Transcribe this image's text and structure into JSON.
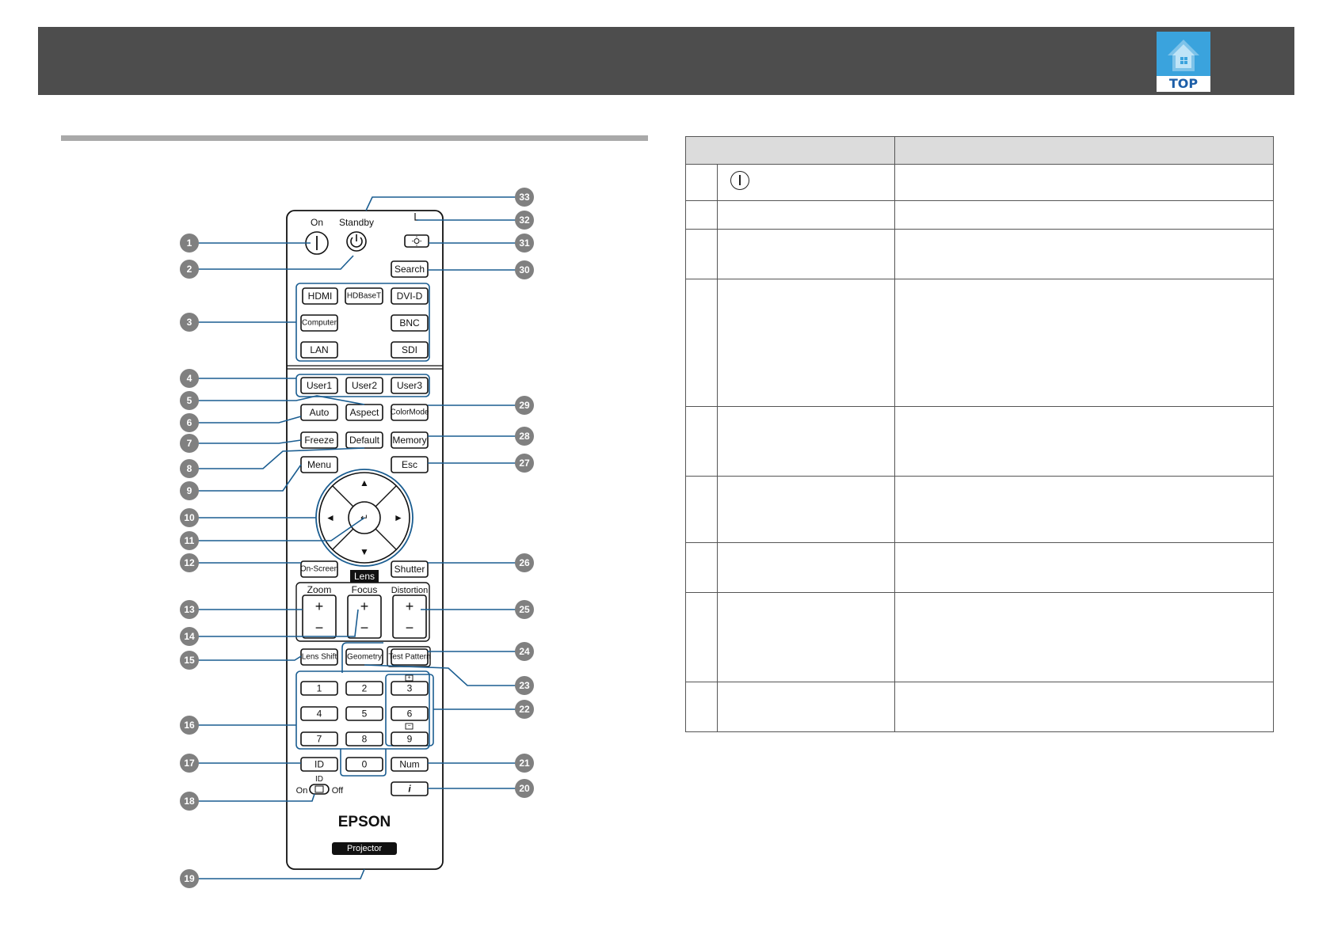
{
  "header": {
    "top_button_label": "TOP"
  },
  "colors": {
    "header_bar": "#4d4d4d",
    "top_button": "#3aa3dd",
    "callout_line": "#1a5d91",
    "callout_badge": "#808080"
  },
  "remote": {
    "top_labels": {
      "on": "On",
      "standby": "Standby"
    },
    "source_buttons": {
      "hdmi": "HDMI",
      "hdbaset": "HDBaseT",
      "dvid": "DVI-D",
      "computer": "Computer",
      "bnc": "BNC",
      "lan": "LAN",
      "sdi": "SDI"
    },
    "search": "Search",
    "user_buttons": [
      "User1",
      "User2",
      "User3"
    ],
    "auto": "Auto",
    "aspect": "Aspect",
    "color_mode": "ColorMode",
    "freeze": "Freeze",
    "default": "Default",
    "memory": "Memory",
    "menu": "Menu",
    "esc": "Esc",
    "on_screen": "On-Screen",
    "shutter": "Shutter",
    "lens": "Lens",
    "zoom": "Zoom",
    "focus": "Focus",
    "distortion": "Distortion",
    "plus": "+",
    "minus": "−",
    "lens_shift": "Lens Shift",
    "geometry": "Geometry",
    "test_pattern": "Test Pattern",
    "numpad": [
      "1",
      "2",
      "3",
      "4",
      "5",
      "6",
      "7",
      "8",
      "9",
      "0"
    ],
    "id": "ID",
    "num": "Num",
    "info": "i",
    "id_switch": {
      "title": "ID",
      "on": "On",
      "off": "Off"
    },
    "brand": "EPSON",
    "projector": "Projector",
    "arrows": {
      "up": "▲",
      "down": "▼",
      "left": "◄",
      "right": "►",
      "enter": "↵"
    }
  },
  "callouts": [
    "1",
    "2",
    "3",
    "4",
    "5",
    "6",
    "7",
    "8",
    "9",
    "10",
    "11",
    "12",
    "13",
    "14",
    "15",
    "16",
    "17",
    "18",
    "19",
    "20",
    "21",
    "22",
    "23",
    "24",
    "25",
    "26",
    "27",
    "28",
    "29",
    "30",
    "31",
    "32",
    "33"
  ]
}
